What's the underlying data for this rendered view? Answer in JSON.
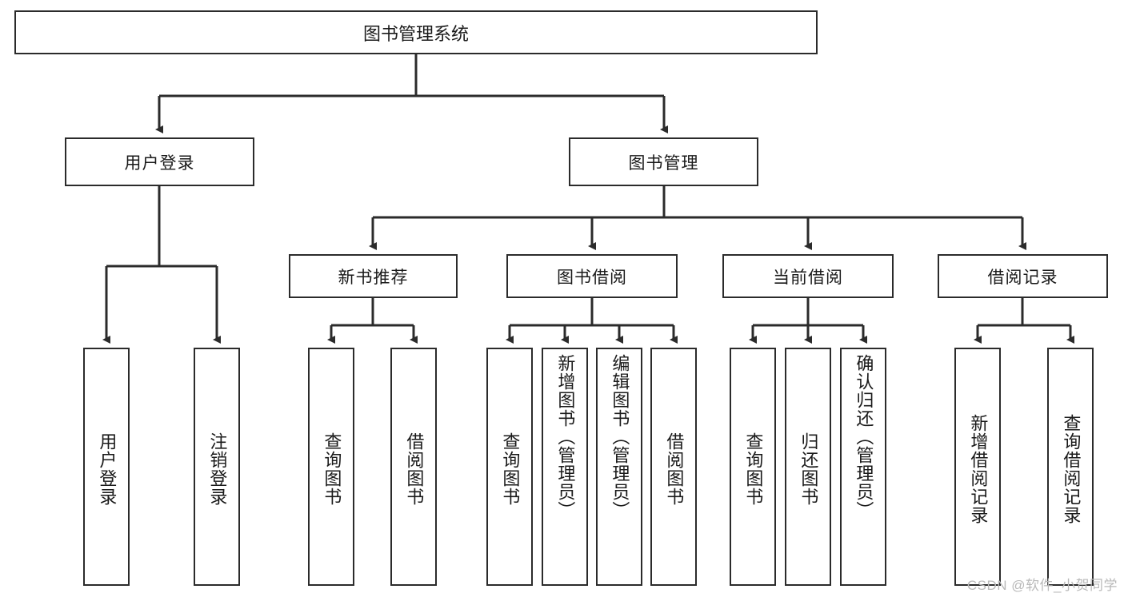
{
  "diagram": {
    "type": "tree",
    "title_text": "图书管理系统",
    "watermark": "CSDN @软件_小贺同学",
    "colors": {
      "stroke": "#2b2b2b",
      "fill": "#ffffff",
      "text": "#1a1a1a",
      "watermark": "#b9b9b9"
    },
    "root": {
      "label": "图书管理系统"
    },
    "level1": [
      {
        "label": "用户登录"
      },
      {
        "label": "图书管理"
      }
    ],
    "level2": [
      {
        "label": "新书推荐"
      },
      {
        "label": "图书借阅"
      },
      {
        "label": "当前借阅"
      },
      {
        "label": "借阅记录"
      }
    ],
    "leaves": {
      "user_login": [
        {
          "label": "用户登录"
        },
        {
          "label": "注销登录"
        }
      ],
      "new_book_recommend": [
        {
          "label": "查询图书"
        },
        {
          "label": "借阅图书"
        }
      ],
      "book_borrow": [
        {
          "label": "查询图书"
        },
        {
          "label": "新增图书（管理员）"
        },
        {
          "label": "编辑图书（管理员）"
        },
        {
          "label": "借阅图书"
        }
      ],
      "current_borrow": [
        {
          "label": "查询图书"
        },
        {
          "label": "归还图书"
        },
        {
          "label": "确认归还（管理员）"
        }
      ],
      "borrow_record": [
        {
          "label": "新增借阅记录"
        },
        {
          "label": "查询借阅记录"
        }
      ]
    }
  }
}
